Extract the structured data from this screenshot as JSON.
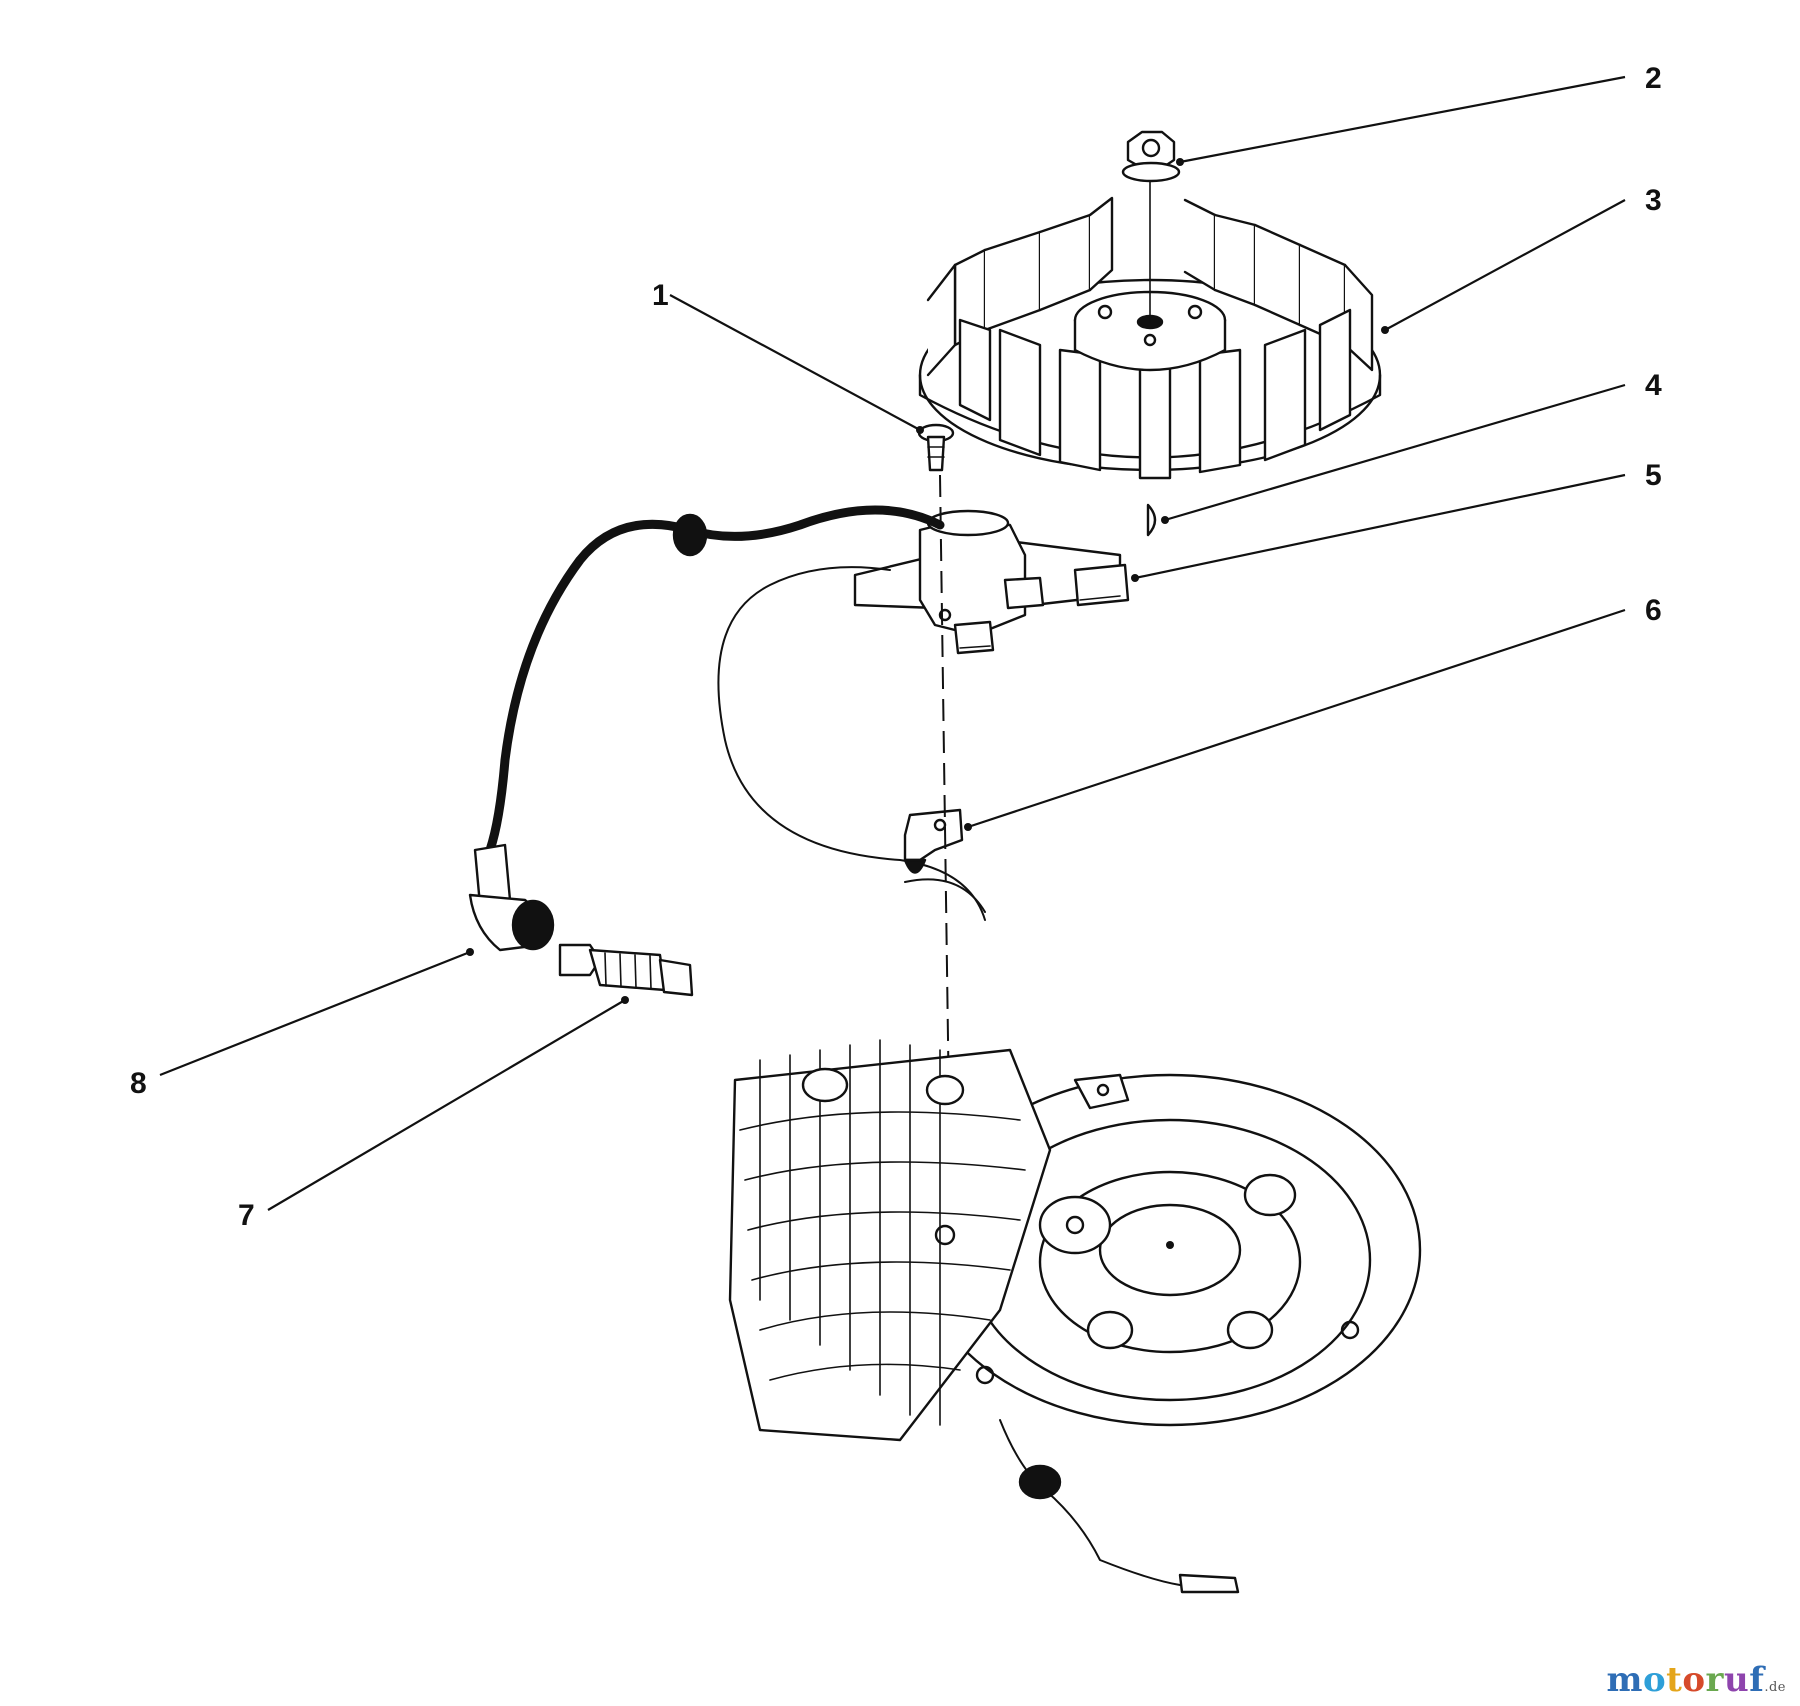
{
  "callouts": [
    {
      "number": "1"
    },
    {
      "number": "2"
    },
    {
      "number": "3"
    },
    {
      "number": "4"
    },
    {
      "number": "5"
    },
    {
      "number": "6"
    },
    {
      "number": "7"
    },
    {
      "number": "8"
    }
  ],
  "watermark": {
    "letters": [
      "m",
      "o",
      "t",
      "o",
      "r",
      "u",
      "f"
    ],
    "colors": [
      "#2e6db5",
      "#2e9fd8",
      "#e4a51a",
      "#d64a2a",
      "#6aa84f",
      "#8e44ad",
      "#2e6db5"
    ],
    "suffix": ".de"
  }
}
